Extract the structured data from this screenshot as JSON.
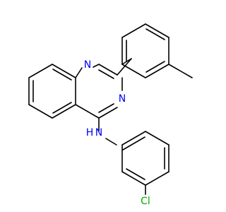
{
  "atoms": {
    "n1": {
      "symbol": "N",
      "color": "#0000ff"
    },
    "n3": {
      "symbol": "N",
      "color": "#0000ff"
    },
    "amine": {
      "symbol": "N",
      "hydrogen": "H",
      "color": "#0000ff"
    },
    "chlorine": {
      "symbol": "Cl",
      "color": "#00aa00"
    }
  }
}
